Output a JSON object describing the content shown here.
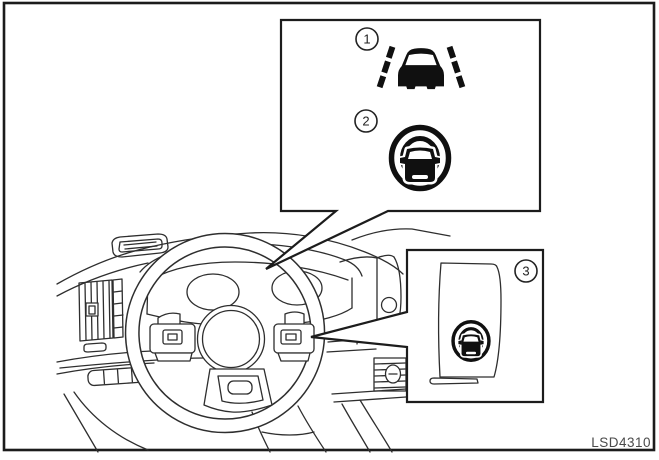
{
  "figure": {
    "code": "LSD4310",
    "background_color": "#ffffff",
    "line_color": "#2e2e2e",
    "icon_color": "#101010"
  },
  "callouts": {
    "c1": {
      "number": "1",
      "icon": "lane-departure-warning-indicator"
    },
    "c2": {
      "number": "2",
      "icon": "steering-assist-indicator"
    },
    "c3": {
      "number": "3",
      "icon": "steering-assist-switch"
    }
  }
}
